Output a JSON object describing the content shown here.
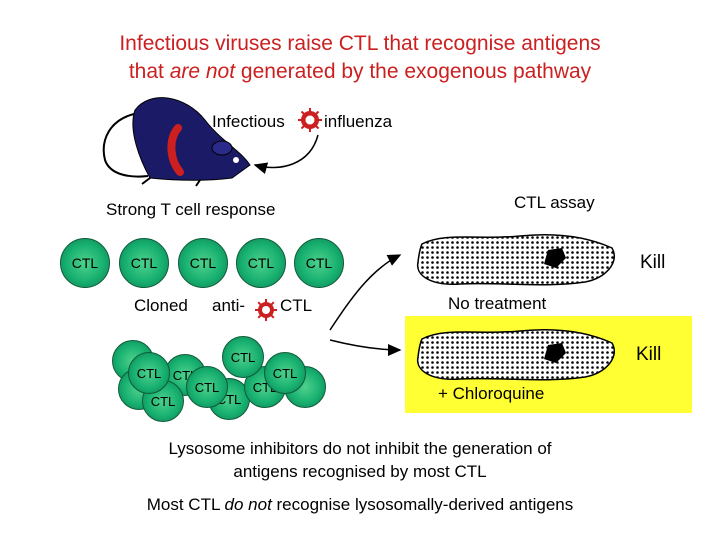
{
  "title": {
    "line1": "Infectious viruses raise CTL that recognise antigens",
    "line2_start": "that ",
    "line2_emph": "are not",
    "line2_end": " generated by the exogenous pathway"
  },
  "labels": {
    "infectious": "Infectious",
    "influenza": "influenza",
    "strong_response": "Strong T cell response",
    "ctl_assay": "CTL assay",
    "kill_top": "Kill",
    "kill_bottom": "Kill",
    "no_treatment": "No treatment",
    "chloroquine": "+ Chloroquine",
    "cloned": "Cloned",
    "anti": "anti-",
    "cloned_ctl": "CTL",
    "ctl": "CTL"
  },
  "conclusion": {
    "line1": "Lysosome inhibitors do not inhibit the generation of",
    "line2": "antigens recognised by most CTL",
    "line3_start": "Most CTL ",
    "line3_emph": "do not",
    "line3_end": " recognise lysosomally-derived antigens"
  },
  "colors": {
    "title": "#cc1f1f",
    "ctl_cell": "#17b070",
    "virus": "#cc1f1f",
    "mouse": "#1a1a66",
    "highlight": "#ffff33"
  }
}
